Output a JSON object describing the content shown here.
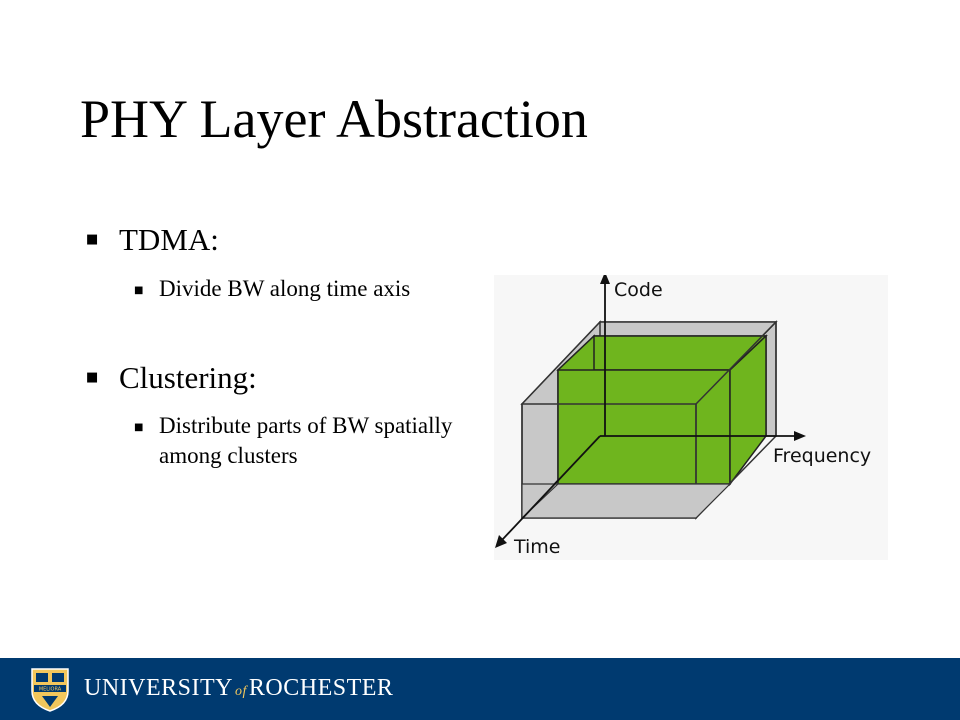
{
  "slide": {
    "title": "PHY Layer Abstraction"
  },
  "bullets": [
    {
      "label": "TDMA:",
      "sub": [
        "Divide BW along time axis"
      ]
    },
    {
      "label": "Clustering:",
      "sub": [
        "Distribute parts of BW spatially among clusters"
      ]
    }
  ],
  "diagram": {
    "axis_code": "Code",
    "axis_frequency": "Frequency",
    "axis_time": "Time",
    "colors": {
      "fill_green": "#6fb51e",
      "fill_gray": "#c8c8c8",
      "background": "#f7f7f7"
    }
  },
  "footer": {
    "name_part1": "UNIVERSITY",
    "name_of": "of",
    "name_part2": "ROCHESTER",
    "crest_text": "MELIORA",
    "colors": {
      "navy": "#003a70",
      "gold": "#f2c75c"
    }
  }
}
